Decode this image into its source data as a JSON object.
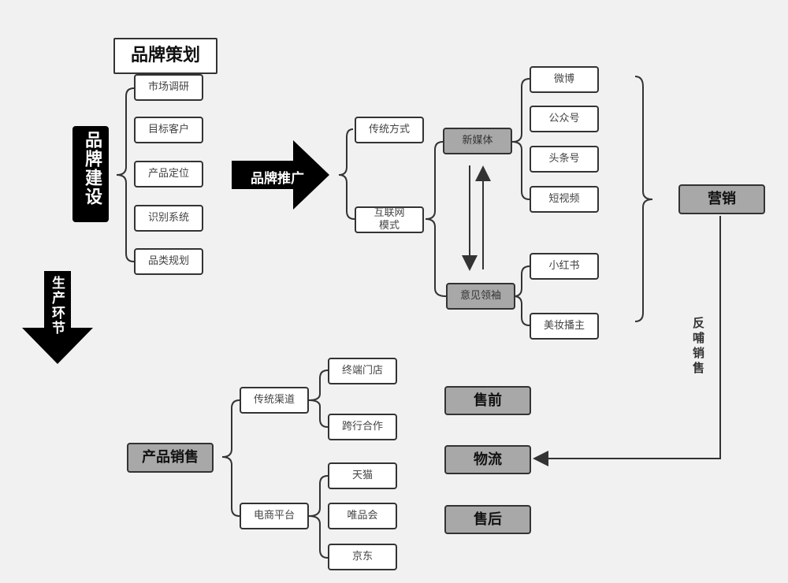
{
  "brand_building": {
    "title": "品牌建设",
    "planning_title": "品牌策划",
    "items": [
      "市场调研",
      "目标客户",
      "产品定位",
      "识别系统",
      "品类规划"
    ]
  },
  "production": {
    "label": "生产环节"
  },
  "promotion": {
    "label": "品牌推广",
    "branches": {
      "traditional": "传统方式",
      "internet": "互联网模式"
    },
    "new_media": {
      "label": "新媒体",
      "items": [
        "微博",
        "公众号",
        "头条号",
        "短视频"
      ]
    },
    "kol": {
      "label": "意见领袖",
      "items": [
        "小红书",
        "美妆播主"
      ]
    }
  },
  "marketing": {
    "label": "营销",
    "feedback_label": "反哺销售"
  },
  "sales": {
    "label": "产品销售",
    "traditional": {
      "label": "传统渠道",
      "items": [
        "终端门店",
        "跨行合作"
      ]
    },
    "ecommerce": {
      "label": "电商平台",
      "items": [
        "天猫",
        "唯品会",
        "京东"
      ]
    }
  },
  "stages": [
    "售前",
    "物流",
    "售后"
  ]
}
